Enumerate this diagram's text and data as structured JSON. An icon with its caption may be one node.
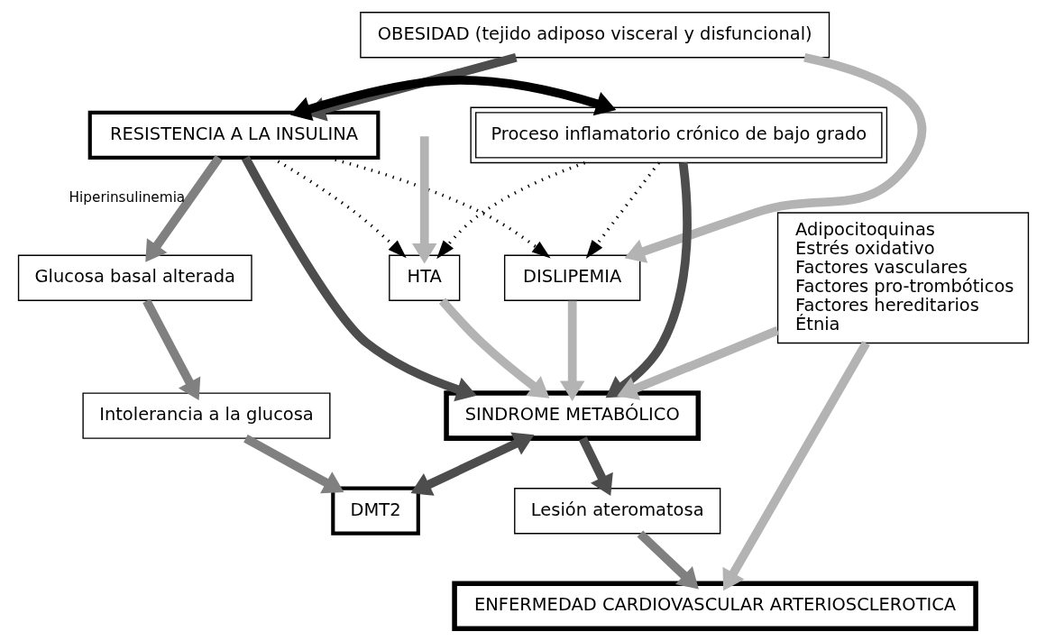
{
  "diagram": {
    "nodes": [
      {
        "text": [
          "OBESIDAD (tejido adiposo visceral y disfuncional)"
        ]
      },
      {
        "text": [
          "Proceso inflamatorio crónico de bajo grado"
        ]
      },
      {
        "text": [
          "RESISTENCIA A LA INSULINA"
        ]
      },
      {
        "text": [
          "DISLIPEMIA"
        ]
      },
      {
        "text": [
          "HTA"
        ]
      },
      {
        "text": [
          "Glucosa basal alterada"
        ]
      },
      {
        "text": [
          "Intolerancia a la glucosa"
        ]
      },
      {
        "text": [
          "DMT2"
        ]
      },
      {
        "text": [
          "SINDROME METABÓLICO"
        ]
      },
      {
        "text": [
          "Adipocitoquinas",
          "Estrés oxidativo",
          "Factores vasculares",
          "Factores pro-trombóticos",
          "Factores hereditarios",
          "Étnia"
        ]
      },
      {
        "text": [
          "Lesión ateromatosa"
        ]
      },
      {
        "text": [
          "ENFERMEDAD CARDIOVASCULAR ARTERIOSCLEROTICA"
        ]
      }
    ],
    "edges": [
      {
        "from": 0,
        "to": 2,
        "arrow": "to",
        "color": "#4d4d4d"
      },
      {
        "from": 0,
        "to": 3,
        "arrow": "to",
        "color": "#b3b3b3"
      },
      {
        "from": 2,
        "to": 1,
        "arrow": "both",
        "color": "#000000"
      },
      {
        "from": 2,
        "to": 3,
        "arrow": "to",
        "style": "dashed",
        "color": "#000000"
      },
      {
        "from": 1,
        "to": 4,
        "arrow": "to",
        "style": "dashed",
        "color": "#000000"
      },
      {
        "from": 2,
        "to": 4,
        "arrow": "to",
        "style": "dashed",
        "color": "#000000"
      },
      {
        "from": 1,
        "to": 3,
        "arrow": "to",
        "style": "dashed",
        "color": "#000000"
      },
      {
        "from": null,
        "to": 4,
        "arrow": "to",
        "color": "#b3b3b3"
      },
      {
        "from": 2,
        "to": 8,
        "arrow": "to",
        "color": "#4d4d4d"
      },
      {
        "from": 1,
        "to": 8,
        "arrow": "to",
        "color": "#4d4d4d"
      },
      {
        "from": 4,
        "to": 8,
        "arrow": "to",
        "color": "#b3b3b3"
      },
      {
        "from": 3,
        "to": 8,
        "arrow": "to",
        "color": "#b3b3b3"
      },
      {
        "from": 2,
        "to": 5,
        "arrow": "to",
        "label": "Hiperinsulinemia",
        "color": "#808080"
      },
      {
        "from": 5,
        "to": 6,
        "arrow": "to",
        "color": "#808080"
      },
      {
        "from": 6,
        "to": 7,
        "arrow": "to",
        "color": "#808080"
      },
      {
        "from": 9,
        "to": 8,
        "arrow": "to",
        "color": "#b3b3b3"
      },
      {
        "from": 9,
        "to": 11,
        "arrow": "to",
        "color": "#b3b3b3"
      },
      {
        "from": 8,
        "to": 10,
        "arrow": "to",
        "color": "#4d4d4d"
      },
      {
        "from": 8,
        "to": 7,
        "arrow": "both",
        "color": "#4d4d4d"
      },
      {
        "from": 10,
        "to": 11,
        "arrow": "to",
        "color": "#808080"
      }
    ]
  }
}
